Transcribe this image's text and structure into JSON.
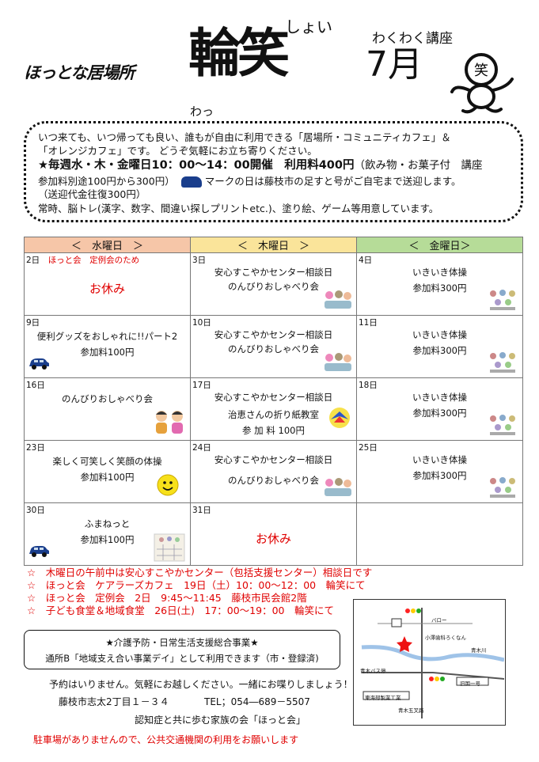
{
  "header": {
    "brand": "ほっとな居場所",
    "logo_main": "輪笑",
    "logo_reading_top": "しょい",
    "logo_reading_bottom": "わっ",
    "course": "わくわく講座",
    "month": "7月",
    "mascot_face_text": "笑"
  },
  "intro": {
    "line1": "いつ来ても、いつ帰っても良い、誰もが自由に利用できる「居場所・コミュニティカフェ」＆",
    "line2": "「オレンジカフェ」です。 どうぞ気軽にお立ち寄りください。",
    "line3_bold": "★毎週水・木・金曜日10：00～14：00開催　利用料400円",
    "line3_rest": "（飲み物・お菓子付　講座",
    "line4a": "参加料別途100円から300円）",
    "line4b": "マークの日は藤枝市の足すと号がご自宅まで送迎します。",
    "line5": "（送迎代金往復300円）",
    "line6": "常時、脳トレ(漢字、数字、間違い探しプリントetc.)、塗り絵、ゲーム等用意しています。"
  },
  "calendar": {
    "headers": [
      "＜　水曜日　＞",
      "＜　木曜日　＞",
      "＜　金曜日＞"
    ],
    "colors": {
      "wed": "#f6c6a8",
      "thu": "#fae49a",
      "fri": "#b6dc98"
    },
    "rows": [
      {
        "wed": {
          "date": "2日",
          "title": "ほっと会　定例会のため",
          "off": "お休み"
        },
        "thu": {
          "date": "3日",
          "line1": "安心すこやかセンター相談日",
          "line2": "のんびりおしゃべり会"
        },
        "fri": {
          "date": "4日",
          "line1": "いきいき体操",
          "line2": "参加料300円"
        }
      },
      {
        "wed": {
          "date": "9日",
          "line1": "便利グッズをおしゃれに!!パート2",
          "line2": "参加料100円"
        },
        "thu": {
          "date": "10日",
          "line1": "安心すこやかセンター相談日",
          "line2": "のんびりおしゃべり会"
        },
        "fri": {
          "date": "11日",
          "line1": "いきいき体操",
          "line2": "参加料300円"
        }
      },
      {
        "wed": {
          "date": "16日",
          "line1": "のんびりおしゃべり会"
        },
        "thu": {
          "date": "17日",
          "line1": "安心すこやかセンター相談日",
          "line2": "治恵さんの折り紙教室",
          "line3": "参 加 料 100円"
        },
        "fri": {
          "date": "18日",
          "line1": "いきいき体操",
          "line2": "参加料300円"
        }
      },
      {
        "wed": {
          "date": "23日",
          "line1": "楽しく可笑しく笑顔の体操",
          "line2": "参加料100円"
        },
        "thu": {
          "date": "24日",
          "line1": "安心すこやかセンター相談日",
          "line2": "のんびりおしゃべり会"
        },
        "fri": {
          "date": "25日",
          "line1": "いきいき体操",
          "line2": "参加料300円"
        }
      },
      {
        "wed": {
          "date": "30日",
          "line1": "ふまねっと",
          "line2": "参加料100円"
        },
        "thu": {
          "date": "31日",
          "off": "お休み"
        },
        "fri": {}
      }
    ]
  },
  "notes": [
    "☆　木曜日の午前中は安心すこやかセンター（包括支援センター）相談日です",
    "☆　ほっと会　ケアラーズカフェ　19日（土）10：00～12：00　輪笑にて",
    "☆　ほっと会　定例会　2日　9:45～11:45　藤枝市民会館2階",
    "☆　子ども食堂＆地域食堂　26日(土)　17：00～19：00　輪笑にて"
  ],
  "service_box": {
    "title": "★介護予防・日常生活支援総合事業★",
    "body": "通所B「地域支え合い事業デイ」として利用できます（市・登録済)"
  },
  "footer": {
    "line1": "予約はいりません。気軽にお越しください。一緒にお喋りしましょう！",
    "address": "藤枝市志太2丁目１－３４",
    "tel": "TEL；054―689－5507",
    "org": "認知症と共に歩む家族の会「ほっと会」",
    "parking": "駐車場がありませんので、公共交通機関の利用をお願いします"
  },
  "map": {
    "labels": [
      "バロー",
      "小澤歯科ろくなん",
      "青木川",
      "青木バス停",
      "旧国一号",
      "東海部製業工業",
      "青木五叉路"
    ]
  }
}
